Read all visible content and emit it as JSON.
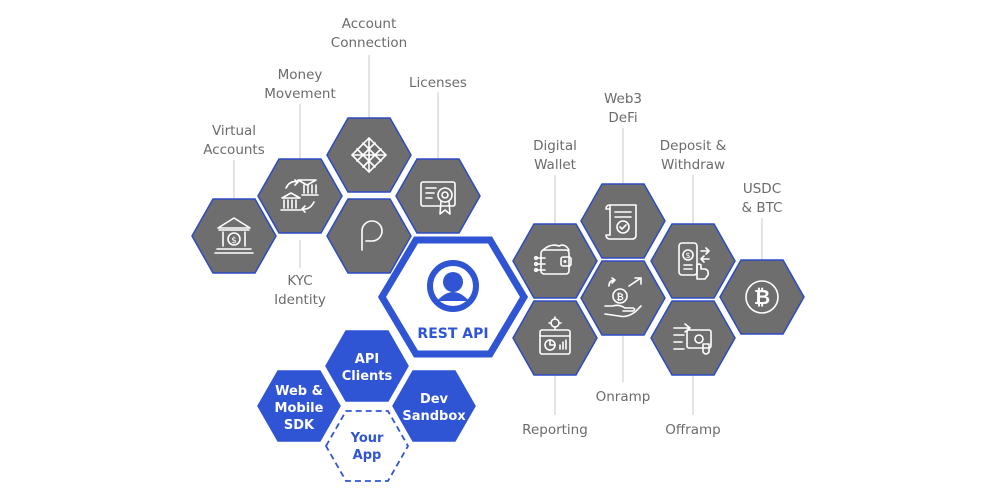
{
  "labels": {
    "account_connection": [
      "Account",
      "Connection"
    ],
    "money_movement": [
      "Money",
      "Movement"
    ],
    "licenses": [
      "Licenses"
    ],
    "virtual_accounts": [
      "Virtual",
      "Accounts"
    ],
    "kyc_identity": [
      "KYC",
      "Identity"
    ],
    "digital_wallet": [
      "Digital",
      "Wallet"
    ],
    "web3_defi": [
      "Web3",
      "DeFi"
    ],
    "deposit_withdraw": [
      "Deposit &",
      "Withdraw"
    ],
    "usdc_btc": [
      "USDC",
      "& BTC"
    ],
    "reporting": [
      "Reporting"
    ],
    "onramp": [
      "Onramp"
    ],
    "offramp": [
      "Offramp"
    ]
  },
  "center": {
    "label": "REST API"
  },
  "blue_hexes": {
    "api_clients": [
      "API",
      "Clients"
    ],
    "web_mobile_sdk": [
      "Web &",
      "Mobile",
      "SDK"
    ],
    "dev_sandbox": [
      "Dev",
      "Sandbox"
    ],
    "your_app": [
      "Your",
      "App"
    ]
  },
  "icons": {
    "virtual_accounts": "bank-dollar-icon",
    "money_movement": "bank-transfer-icon",
    "account_connection": "lattice-logo-icon",
    "licenses": "certificate-icon",
    "kyc_identity": "p-logo-icon",
    "digital_wallet": "wallet-circuit-icon",
    "web3_defi": "scroll-contract-icon",
    "deposit_withdraw": "phone-deposit-icon",
    "usdc_btc": "bitcoin-icon",
    "reporting": "report-gear-icon",
    "onramp": "hand-bitcoin-icon",
    "offramp": "money-transfer-icon",
    "rest_api": "user-profile-icon"
  },
  "colors": {
    "accent_blue": "#2f55d4",
    "hex_gray": "#6e6e6e",
    "label_gray": "#6b6b6b"
  }
}
